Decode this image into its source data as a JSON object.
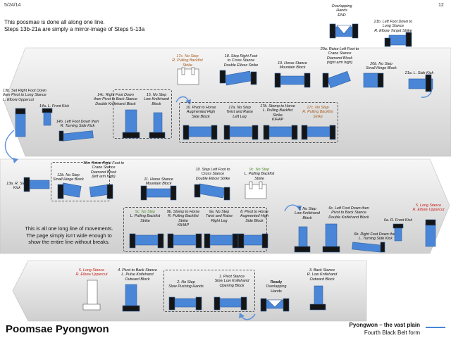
{
  "header": {
    "date": "5/24/14",
    "page": "12"
  },
  "intro": {
    "line1": "This poosmae is done all along one line.",
    "line2": "Steps 13b-21a are simply a mirror-image of Steps 5-13a"
  },
  "note": {
    "line1": "This is all one long line of movements.",
    "line2": "The page simply isn’t wide enough to",
    "line3": "show the entire line without breaks."
  },
  "title": "Poomsae Pyongwon",
  "caption": {
    "line1": "Pyongwon – the vast plain",
    "line2": "Fourth Black Belt form"
  },
  "colors": {
    "blue": "#4a86d8",
    "blue_dark": "#2f5f9e",
    "black": "#151515",
    "band_dark": "#cfcfcf",
    "red": "#c8201a",
    "brown": "#a65a1c"
  },
  "steps": {
    "end": {
      "l1": "Overlapping",
      "l2": "Hands",
      "l3": "END"
    },
    "s21b": {
      "l1": "21b. Left Foot Down to",
      "l2": "Long Stance",
      "l3": "R. Elbow Target Strike"
    },
    "s17c_top": {
      "l1": "17c. No Step",
      "l2": "R. Pulling Backfist",
      "l3": "Strike"
    },
    "s18": {
      "l1": "18. Step Right Foot",
      "l2": "to Cross Stance",
      "l3": "Double Elbow Strike"
    },
    "s19": {
      "l1": "19. Horse Stance",
      "l2": "Mountain Block"
    },
    "s20a": {
      "l1": "20a. Raise Left Foot to",
      "l2": "Crane Stance",
      "l3": "Diamond Block",
      "l4": "(right arm high)"
    },
    "s20b": {
      "l1": "20b. No Step",
      "l2": "Small Hinge Block"
    },
    "s21a": {
      "l1": "21a. L. Side Kick"
    },
    "s13b": {
      "l1": "13b. Set Right Foot Down",
      "l2": "then Pivot to Long Stance",
      "l3": "L. Elbow Uppercut"
    },
    "s14a": {
      "l1": "14a. L. Front Kick"
    },
    "s14b": {
      "l1": "14b. Left Foot Down then",
      "l2": "R. Turning Side Kick"
    },
    "s14c": {
      "l1": "14c. Right Foot Down",
      "l2": "then Pivot to Back Stance",
      "l3": "Double Knifehand Block"
    },
    "s15": {
      "l1": "15. No Step",
      "l2": "Low Knifehand",
      "l3": "Block"
    },
    "s16": {
      "l1": "16. Pivot to Horse",
      "l2": "Augmented High",
      "l3": "Side Block"
    },
    "s17a": {
      "l1": "17a. No Step",
      "l2": "Twist and Raise",
      "l3": "Left Leg"
    },
    "s17b": {
      "l1": "17b. Stomp to Horse",
      "l2": "L. Pulling Backfist",
      "l3": "Strike",
      "l4": "KIHAP"
    },
    "s17c": {
      "l1": "17c. No Step",
      "l2": "R. Pulling Backfist",
      "l3": "Strike"
    },
    "s13a": {
      "l1": "13a. R. Side Kick"
    },
    "s12b": {
      "l1": "12b. No Step",
      "l2": "Small Hinge Block"
    },
    "s12a": {
      "l1": "12a. Raise Right Foot to",
      "l2": "Crane Stance",
      "l3": "Diamond Block",
      "l4": "(left arm high)"
    },
    "s11": {
      "l1": "11. Horse Stance",
      "l2": "Mountain Block"
    },
    "s10": {
      "l1": "10. Step Left Foot to",
      "l2": "Cross Stance",
      "l3": "Double Elbow Strike"
    },
    "s9c_top": {
      "l1": "9c. No Step",
      "l2": "L. Pulling Backfist",
      "l3": "Strike"
    },
    "s9c": {
      "l1": "9c. No Step",
      "l2": "L. Pulling Backfist",
      "l3": "Strike"
    },
    "s9b": {
      "l1": "9b. Stomp to Horse",
      "l2": "R. Pulling Backfist",
      "l3": "Strike",
      "l4": "KIHAP"
    },
    "s9a": {
      "l1": "9a. No Step",
      "l2": "Twist and Raise",
      "l3": "Right Leg"
    },
    "s8": {
      "l1": "8. Pivot to Horse",
      "l2": "Augmented High",
      "l3": "Side Block"
    },
    "s7": {
      "l1": "7. No Step",
      "l2": "Low Knifehand",
      "l3": "Block"
    },
    "s6c": {
      "l1": "6c. Left Foot Down then",
      "l2": "Pivot to Back Stance",
      "l3": "Double Knifehand Block"
    },
    "s6b": {
      "l1": "6b. Right Foot Down then",
      "l2": "L. Turning Side Kick"
    },
    "s6a": {
      "l1": "6a. R. Front Kick"
    },
    "s5_right": {
      "l1": "5. Long Stance",
      "l2": "R. Elbow Uppercut"
    },
    "s5_left": {
      "l1": "5. Long Stance",
      "l2": "R. Elbow Uppercut"
    },
    "s4": {
      "l1": "4. Pivot to Back Stance",
      "l2": "L. Pulse Knifehand",
      "l3": "Outward Block"
    },
    "s3": {
      "l1": "3. Back Stance",
      "l2": "R. Low Knifehand",
      "l3": "Outward Block"
    },
    "s2": {
      "l1": "2. No Step",
      "l2": "Slow Pushing Hands"
    },
    "s1": {
      "l1": "1. Pivot Stance",
      "l2": "Slow Low Knifehand",
      "l3": "Opening Block"
    },
    "ready": {
      "l1": "Ready",
      "l2": "Overlapping",
      "l3": "Hands"
    }
  }
}
